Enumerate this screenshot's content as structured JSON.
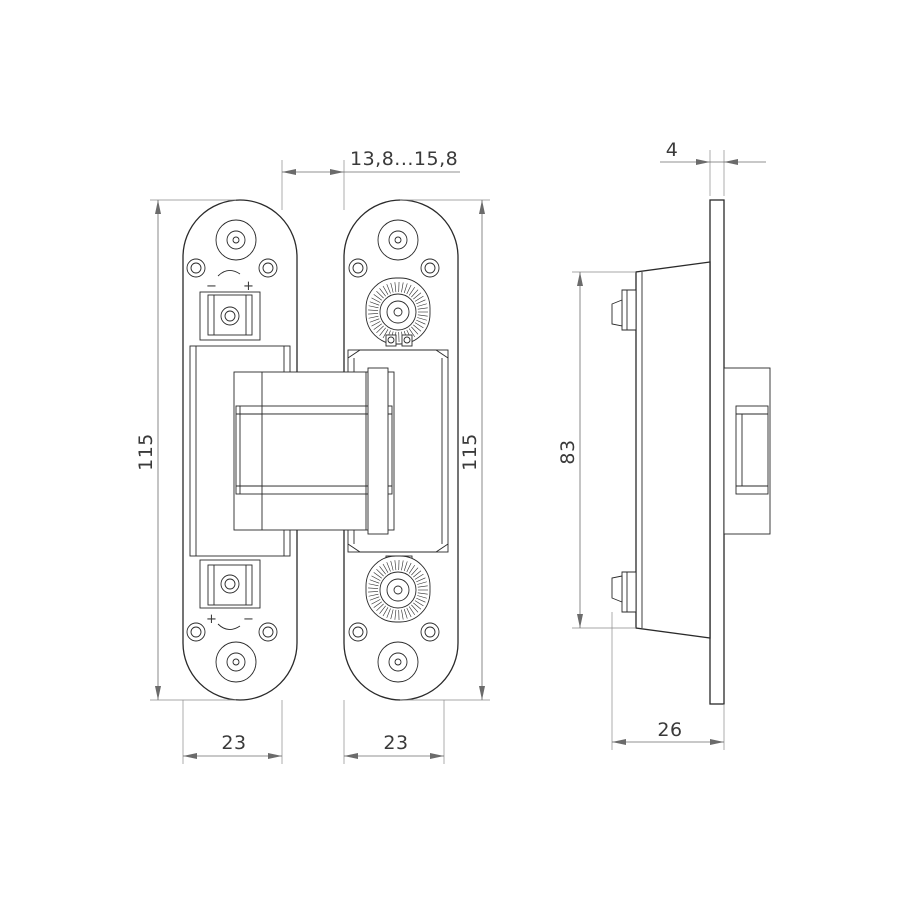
{
  "dimensions": {
    "gap_range": "13,8...15,8",
    "height_left": "115",
    "height_right": "115",
    "width_left": "23",
    "width_right": "23",
    "side_height": "83",
    "side_depth": "26",
    "plate_thickness": "4"
  },
  "adjust_signs": {
    "minus": "−",
    "plus": "+"
  }
}
